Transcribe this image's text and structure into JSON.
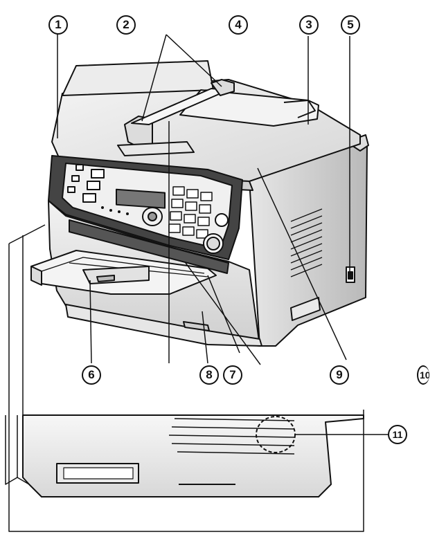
{
  "callouts": {
    "c1": "1",
    "c2": "2",
    "c3": "3",
    "c4": "4",
    "c5": "5",
    "c6": "6",
    "c7": "7",
    "c8": "8",
    "c9": "9",
    "c10": "10",
    "c11": "11"
  },
  "colors": {
    "line": "#111111",
    "panel": "#3c3c3c",
    "body_light": "#efefef",
    "body_mid": "#d9d9d9",
    "body_dark": "#bdbdbd"
  }
}
